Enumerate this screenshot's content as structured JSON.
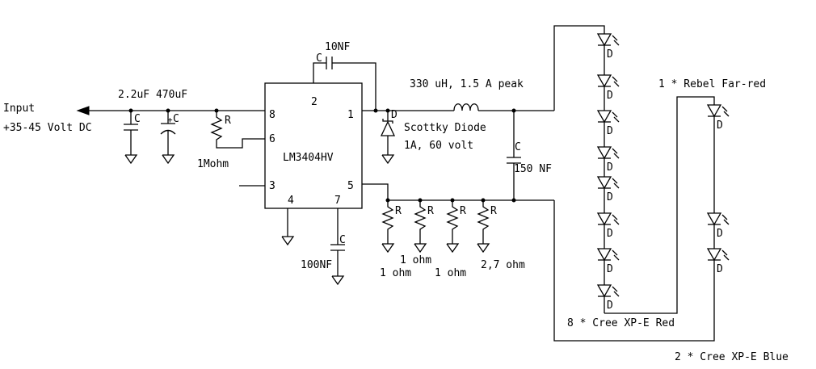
{
  "labels": {
    "input_line1": "Input",
    "input_line2": "+35-45 Volt DC",
    "cap_values": "2.2uF 470uF",
    "cap_ref_1": "C",
    "cap_ref_2": "C",
    "cap_polarity": "+",
    "r_ref_1": "R",
    "r_value_1": "1Mohm",
    "ic_name": "LM3404HV",
    "pin_8": "8",
    "pin_6": "6",
    "pin_3": "3",
    "pin_4": "4",
    "pin_7": "7",
    "pin_2": "2",
    "pin_1": "1",
    "pin_5": "5",
    "cap_ref_top": "C",
    "cap_value_top": "10NF",
    "cap_ref_bottom": "C",
    "cap_value_bottom": "100NF",
    "inductor_label": "330 uH, 1.5 A peak",
    "diode_ref": "D",
    "diode_label_1": "Scottky Diode",
    "diode_label_2": "1A, 60 volt",
    "cap_ref_out": "C",
    "cap_value_out": "150 NF",
    "r_ref_2": "R",
    "r_ref_3": "R",
    "r_ref_4": "R",
    "r_ref_5": "R",
    "r_value_2": "1 ohm",
    "r_value_3": "1 ohm",
    "r_value_4": "1 ohm",
    "r_value_5": "2,7 ohm",
    "led_ref": "D",
    "red_chain_label": "8 * Cree XP-E Red",
    "farred_label": "1 * Rebel Far-red",
    "blue_label": "2 * Cree XP-E Blue"
  }
}
